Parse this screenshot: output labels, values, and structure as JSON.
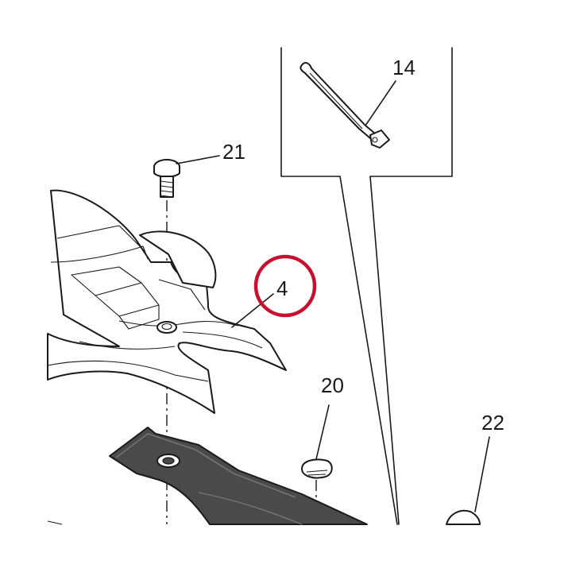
{
  "callouts": {
    "c14": "14",
    "c21": "21",
    "c4": "4",
    "c20": "20",
    "c22": "22"
  },
  "colors": {
    "highlight_ring": "#c8102e",
    "line": "#1a1a1a",
    "dark_part": "#4a4a4a"
  },
  "highlighted_callout": "4"
}
